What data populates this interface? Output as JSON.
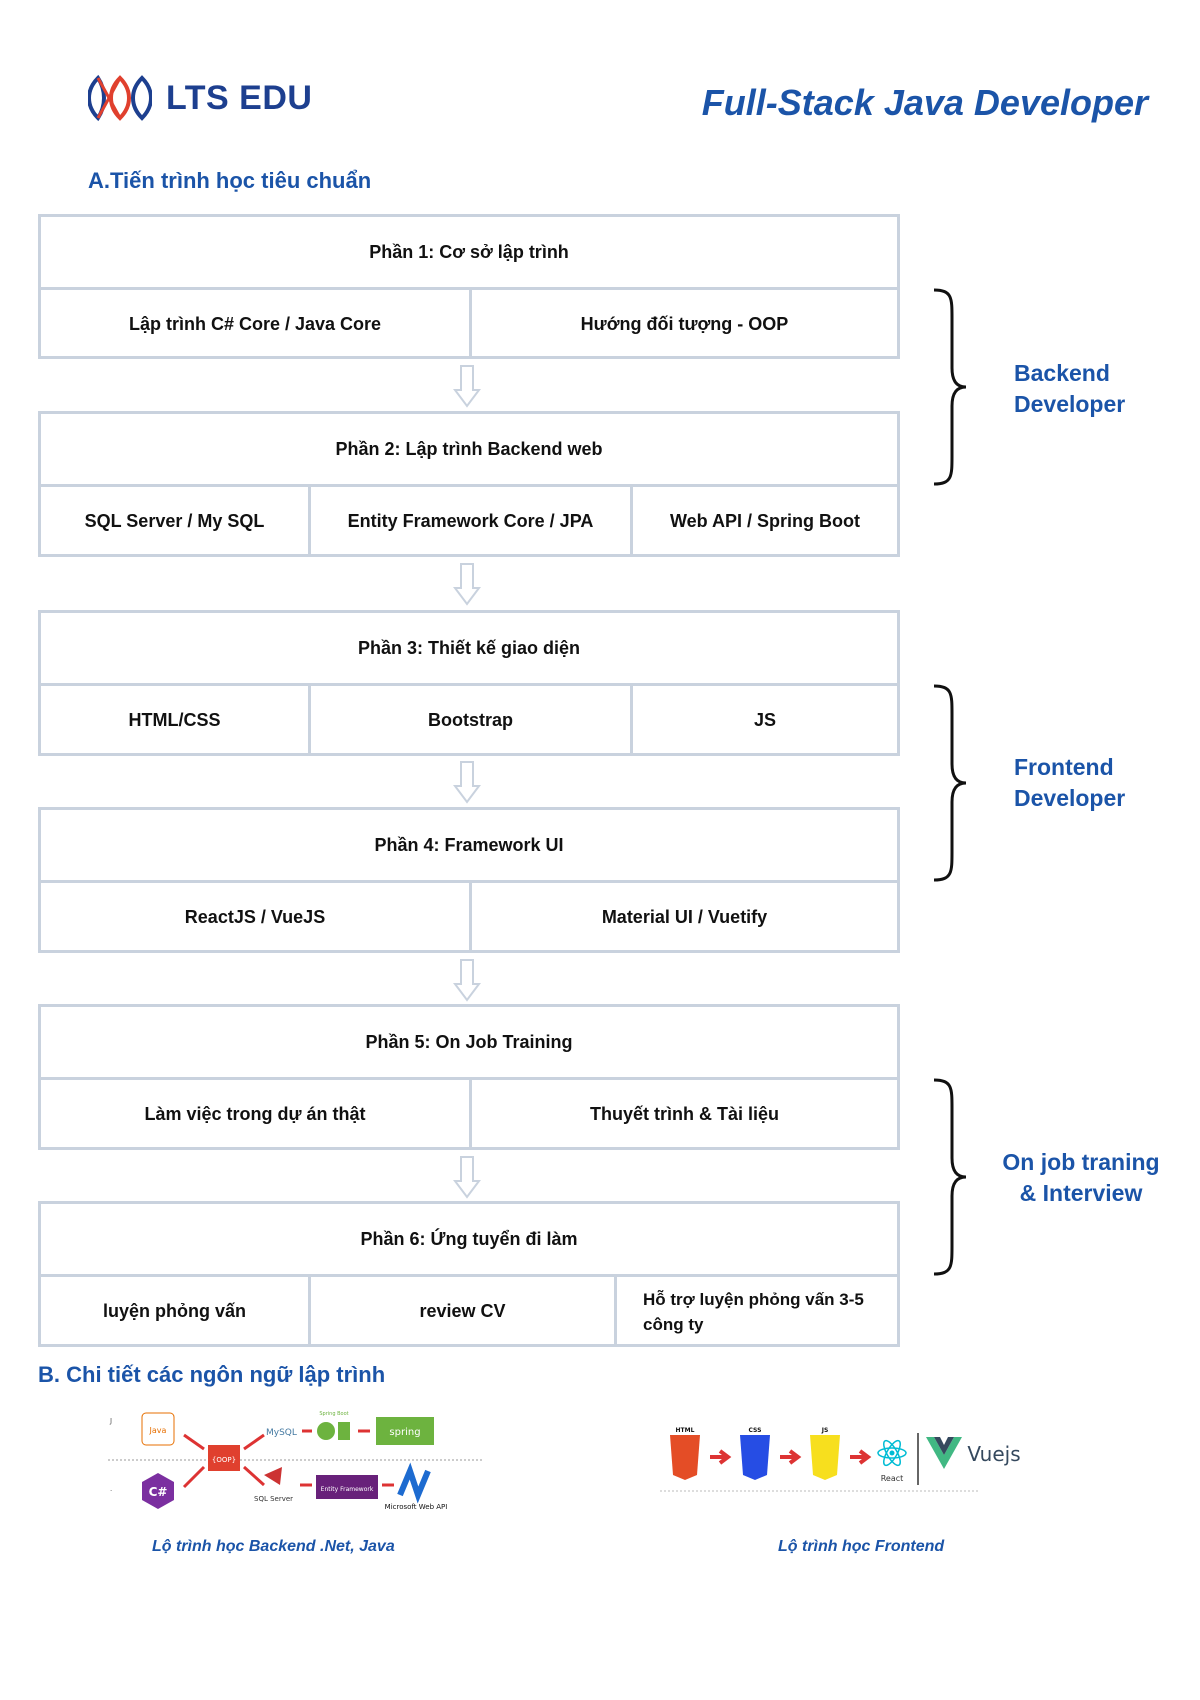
{
  "header": {
    "logo_text": "LTS EDU",
    "title": "Full-Stack Java Developer"
  },
  "section_a": {
    "title": "A.Tiến trình học tiêu chuẩn"
  },
  "phases": [
    {
      "title": "Phần 1: Cơ sở lập trình",
      "items": [
        "Lập trình C# Core / Java Core",
        "Hướng đối tượng - OOP"
      ]
    },
    {
      "title": "Phần 2: Lập trình Backend web",
      "items": [
        "SQL Server / My SQL",
        "Entity Framework Core / JPA",
        "Web API / Spring Boot"
      ]
    },
    {
      "title": "Phần 3: Thiết kế giao diện",
      "items": [
        "HTML/CSS",
        "Bootstrap",
        "JS"
      ]
    },
    {
      "title": "Phần 4: Framework UI",
      "items": [
        "ReactJS / VueJS",
        "Material UI / Vuetify"
      ]
    },
    {
      "title": "Phần 5: On Job Training",
      "items": [
        "Làm việc trong dự án thật",
        "Thuyết trình & Tài liệu"
      ]
    },
    {
      "title": "Phần 6: Ứng tuyển đi làm",
      "items": [
        "luyện phỏng vấn",
        "review CV",
        "Hỗ trợ luyện phỏng vấn 3-5 công ty"
      ]
    }
  ],
  "groups": [
    {
      "label_line1": "Backend",
      "label_line2": "Developer"
    },
    {
      "label_line1": "Frontend",
      "label_line2": "Developer"
    },
    {
      "label_line1": "On job traning",
      "label_line2": "& Interview"
    }
  ],
  "section_b": {
    "title": "B. Chi tiết các ngôn ngữ lập trình",
    "backend_caption": "Lộ trình học Backend .Net, Java",
    "frontend_caption": "Lộ trình học Frontend",
    "backend_labels": {
      "java": "Java",
      "oop": "{OOP}",
      "mysql": "MySQL",
      "spring": "spring",
      "springboot": "Spring Boot",
      "sqlserver": "SQL Server",
      "ef": "Entity Framework",
      "webapi": "Microsoft Web API",
      "csharp": "C#"
    },
    "frontend_labels": {
      "html": "HTML",
      "css": "CSS",
      "js": "JS",
      "react": "React",
      "vue": "Vuejs"
    }
  },
  "colors": {
    "brand": "#1b54a8",
    "border": "#c9d2de",
    "logo_red": "#e0402e"
  }
}
